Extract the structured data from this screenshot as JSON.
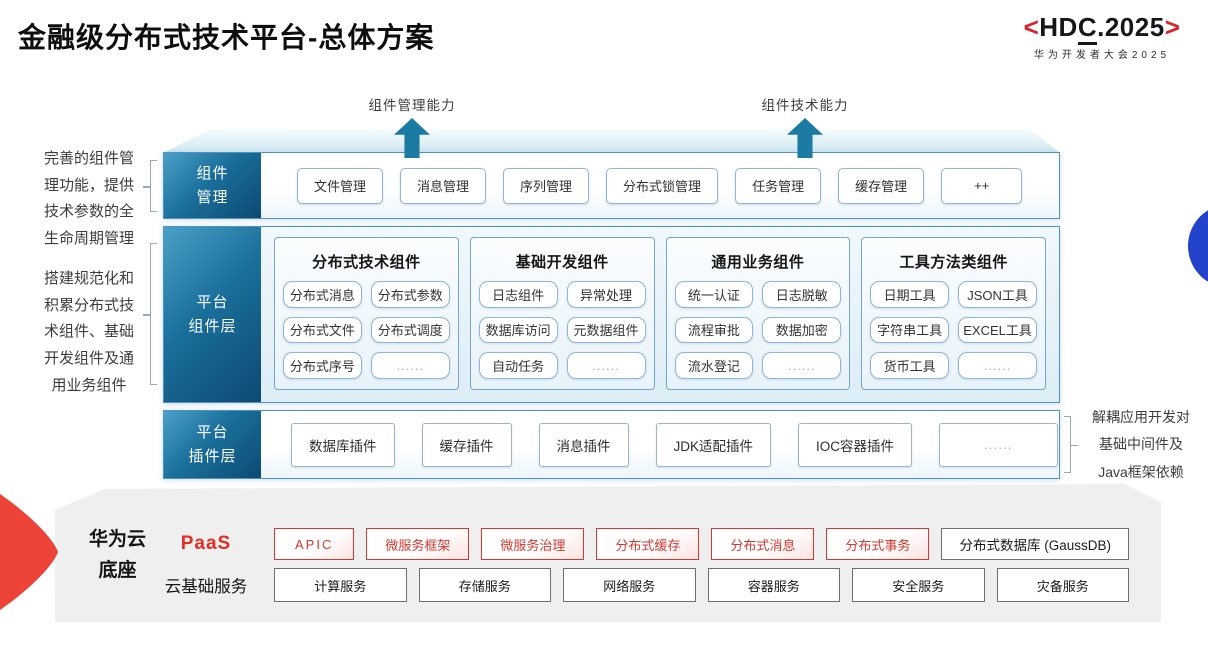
{
  "title": "金融级分布式技术平台-总体方案",
  "logo": {
    "open": "<",
    "hd": "HD",
    "c": "C",
    "rest": ".2025",
    "close": ">",
    "subtitle": "华为开发者大会2025"
  },
  "capabilities": {
    "mgmt": "组件管理能力",
    "tech": "组件技术能力"
  },
  "notes": {
    "left_top": "完善的组件管\n理功能，提供\n技术参数的全\n生命周期管理",
    "left_mid": "搭建规范化和\n积累分布式技\n术组件、基础\n开发组件及通\n用业务组件",
    "right": "解耦应用开发对\n基础中间件及\nJava框架依赖"
  },
  "rows": {
    "mgmt": {
      "label": "组件\n管理",
      "items": [
        "文件管理",
        "消息管理",
        "序列管理",
        "分布式锁管理",
        "任务管理",
        "缓存管理",
        "++"
      ]
    },
    "components": {
      "label": "平台\n组件层",
      "columns": [
        {
          "header": "分布式技术组件",
          "items": [
            "分布式消息",
            "分布式参数",
            "分布式文件",
            "分布式调度",
            "分布式序号",
            "......"
          ]
        },
        {
          "header": "基础开发组件",
          "items": [
            "日志组件",
            "异常处理",
            "数据库访问",
            "元数据组件",
            "自动任务",
            "......"
          ]
        },
        {
          "header": "通用业务组件",
          "items": [
            "统一认证",
            "日志脱敏",
            "流程审批",
            "数据加密",
            "流水登记",
            "......"
          ]
        },
        {
          "header": "工具方法类组件",
          "items": [
            "日期工具",
            "JSON工具",
            "字符串工具",
            "EXCEL工具",
            "货币工具",
            "......"
          ]
        }
      ]
    },
    "plugins": {
      "label": "平台\n插件层",
      "items": [
        "数据库插件",
        "缓存插件",
        "消息插件",
        "JDK适配插件",
        "IOC容器插件",
        "......"
      ]
    }
  },
  "base": {
    "label": "华为云\n底座",
    "paas_label": "PaaS",
    "paas_items": [
      "APIC",
      "微服务框架",
      "微服务治理",
      "分布式缓存",
      "分布式消息",
      "分布式事务"
    ],
    "paas_db": "分布式数据库 (GaussDB)",
    "cloud_label": "云基础服务",
    "cloud_items": [
      "计算服务",
      "存储服务",
      "网络服务",
      "容器服务",
      "安全服务",
      "灾备服务"
    ]
  },
  "colors": {
    "arrow_teal": "#1b7ba3",
    "label_gradient_start": "#4aa0c8",
    "label_gradient_end": "#0b4a73",
    "red": "#d23930",
    "wedge_red": "#ee4338",
    "blue_circle": "#2443cd",
    "base_gray": "#efefef"
  }
}
